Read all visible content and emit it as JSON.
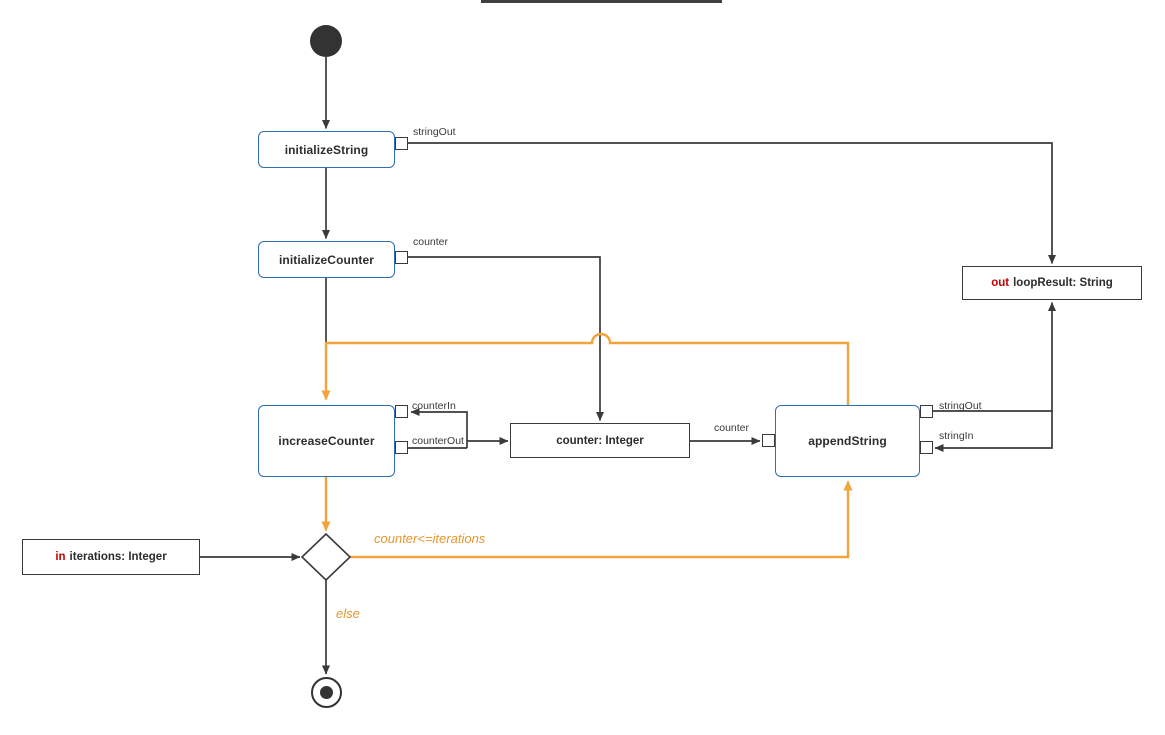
{
  "diagram": {
    "nodes": {
      "initialize_string": {
        "label": "initializeString",
        "pin_out": "stringOut"
      },
      "initialize_counter": {
        "label": "initializeCounter",
        "pin_out": "counter"
      },
      "increase_counter": {
        "label": "increaseCounter",
        "pin_in": "counterIn",
        "pin_out": "counterOut"
      },
      "counter_object": {
        "label": "counter: Integer"
      },
      "append_string": {
        "label": "appendString",
        "pin_out": "stringOut",
        "pin_in": "stringIn"
      },
      "loop_result": {
        "keyword": "out",
        "label": "loopResult: String"
      },
      "iterations_param": {
        "keyword": "in",
        "label": "iterations: Integer"
      }
    },
    "edge_labels": {
      "counter_flow": "counter",
      "loop_condition": "counter<=iterations",
      "else_branch": "else"
    },
    "colors": {
      "action_border": "#2E6DB4",
      "edge": "#3A3A3A",
      "loop_edge": "#F2A33C",
      "keyword": "#C00000"
    }
  }
}
